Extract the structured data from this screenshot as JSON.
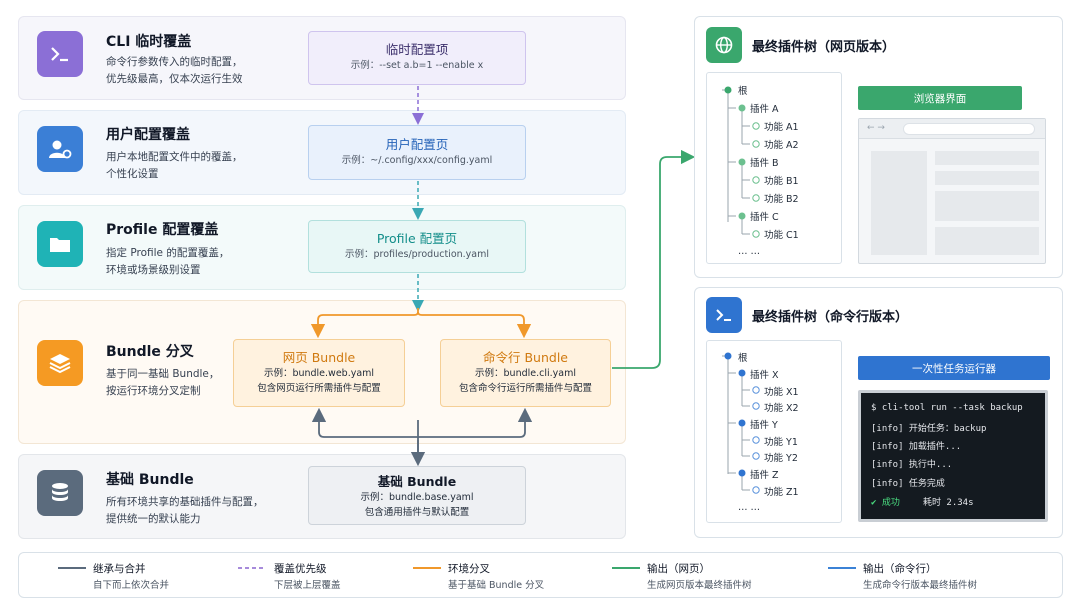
{
  "bands": [
    {
      "title": "CLI 临时覆盖",
      "desc": [
        "命令行参数传入的临时配置，",
        "优先级最高，仅本次运行生效"
      ],
      "icon": "terminal-icon",
      "node": {
        "title": "临时配置项",
        "sub": "示例：--set a.b=1 --enable x"
      }
    },
    {
      "title": "用户配置覆盖",
      "desc": [
        "用户本地配置文件中的覆盖，",
        "个性化设置"
      ],
      "icon": "user-settings-icon",
      "node": {
        "title": "用户配置页",
        "sub": "示例：~/.config/xxx/config.yaml"
      }
    },
    {
      "title": "Profile 配置覆盖",
      "desc": [
        "指定 Profile 的配置覆盖，",
        "环境或场景级别设置"
      ],
      "icon": "folder-icon",
      "node": {
        "title": "Profile 配置页",
        "sub": "示例：profiles/production.yaml"
      }
    },
    {
      "title": "Bundle 分叉",
      "desc": [
        "基于同一基础 Bundle，",
        "按运行环境分叉定制"
      ],
      "icon": "layers-icon",
      "nodes": [
        {
          "title": "网页 Bundle",
          "sub1": "示例：bundle.web.yaml",
          "sub2": "包含网页运行所需插件与配置"
        },
        {
          "title": "命令行 Bundle",
          "sub1": "示例：bundle.cli.yaml",
          "sub2": "包含命令行运行所需插件与配置"
        }
      ]
    },
    {
      "title": "基础 Bundle",
      "desc": [
        "所有环境共享的基础插件与配置，",
        "提供统一的默认能力"
      ],
      "icon": "database-icon",
      "node": {
        "title": "基础 Bundle",
        "sub1": "示例：bundle.base.yaml",
        "sub2": "包含通用插件与默认配置"
      }
    }
  ],
  "web_panel": {
    "title": "最终插件树（网页版本）",
    "icon": "globe-icon",
    "tree": [
      "根",
      "插件 A",
      "功能 A1",
      "功能 A2",
      "插件 B",
      "功能 B1",
      "功能 B2",
      "插件 C",
      "功能 C1",
      "…  …"
    ],
    "browser_label": "浏览器界面"
  },
  "cli_panel": {
    "title": "最终插件树（命令行版本）",
    "icon": "terminal-icon",
    "tree": [
      "根",
      "插件 X",
      "功能 X1",
      "功能 X2",
      "插件 Y",
      "功能 Y1",
      "功能 Y2",
      "插件 Z",
      "功能 Z1",
      "…  …"
    ],
    "runner_label": "一次性任务运行器",
    "terminal": [
      "$ cli-tool run --task backup",
      "[info] 开始任务：backup",
      "[info] 加载插件...",
      "[info] 执行中...",
      "[info] 任务完成"
    ],
    "success": {
      "label": "✔ 成功",
      "time": "耗时 2.34s"
    }
  },
  "legend": [
    {
      "label": "继承与合并",
      "sub": "自下而上依次合并",
      "color": "#5b6b7d",
      "style": "solid"
    },
    {
      "label": "覆盖优先级",
      "sub": "下层被上层覆盖",
      "color": "#a78bdb",
      "style": "dashed"
    },
    {
      "label": "环境分叉",
      "sub": "基于基础 Bundle 分叉",
      "color": "#f0982b",
      "style": "solid"
    },
    {
      "label": "输出（网页）",
      "sub": "生成网页版本最终插件树",
      "color": "#3aa76d",
      "style": "solid"
    },
    {
      "label": "输出（命令行）",
      "sub": "生成命令行版本最终插件树",
      "color": "#3b82d6",
      "style": "solid"
    }
  ],
  "colors": {
    "cli": "#8b6fd6",
    "user": "#3b7fd6",
    "profile": "#1fb3b6",
    "bundle": "#f59a23",
    "base": "#5b6b7d",
    "web": "#3aa76d",
    "clipanel": "#2f74d0"
  }
}
